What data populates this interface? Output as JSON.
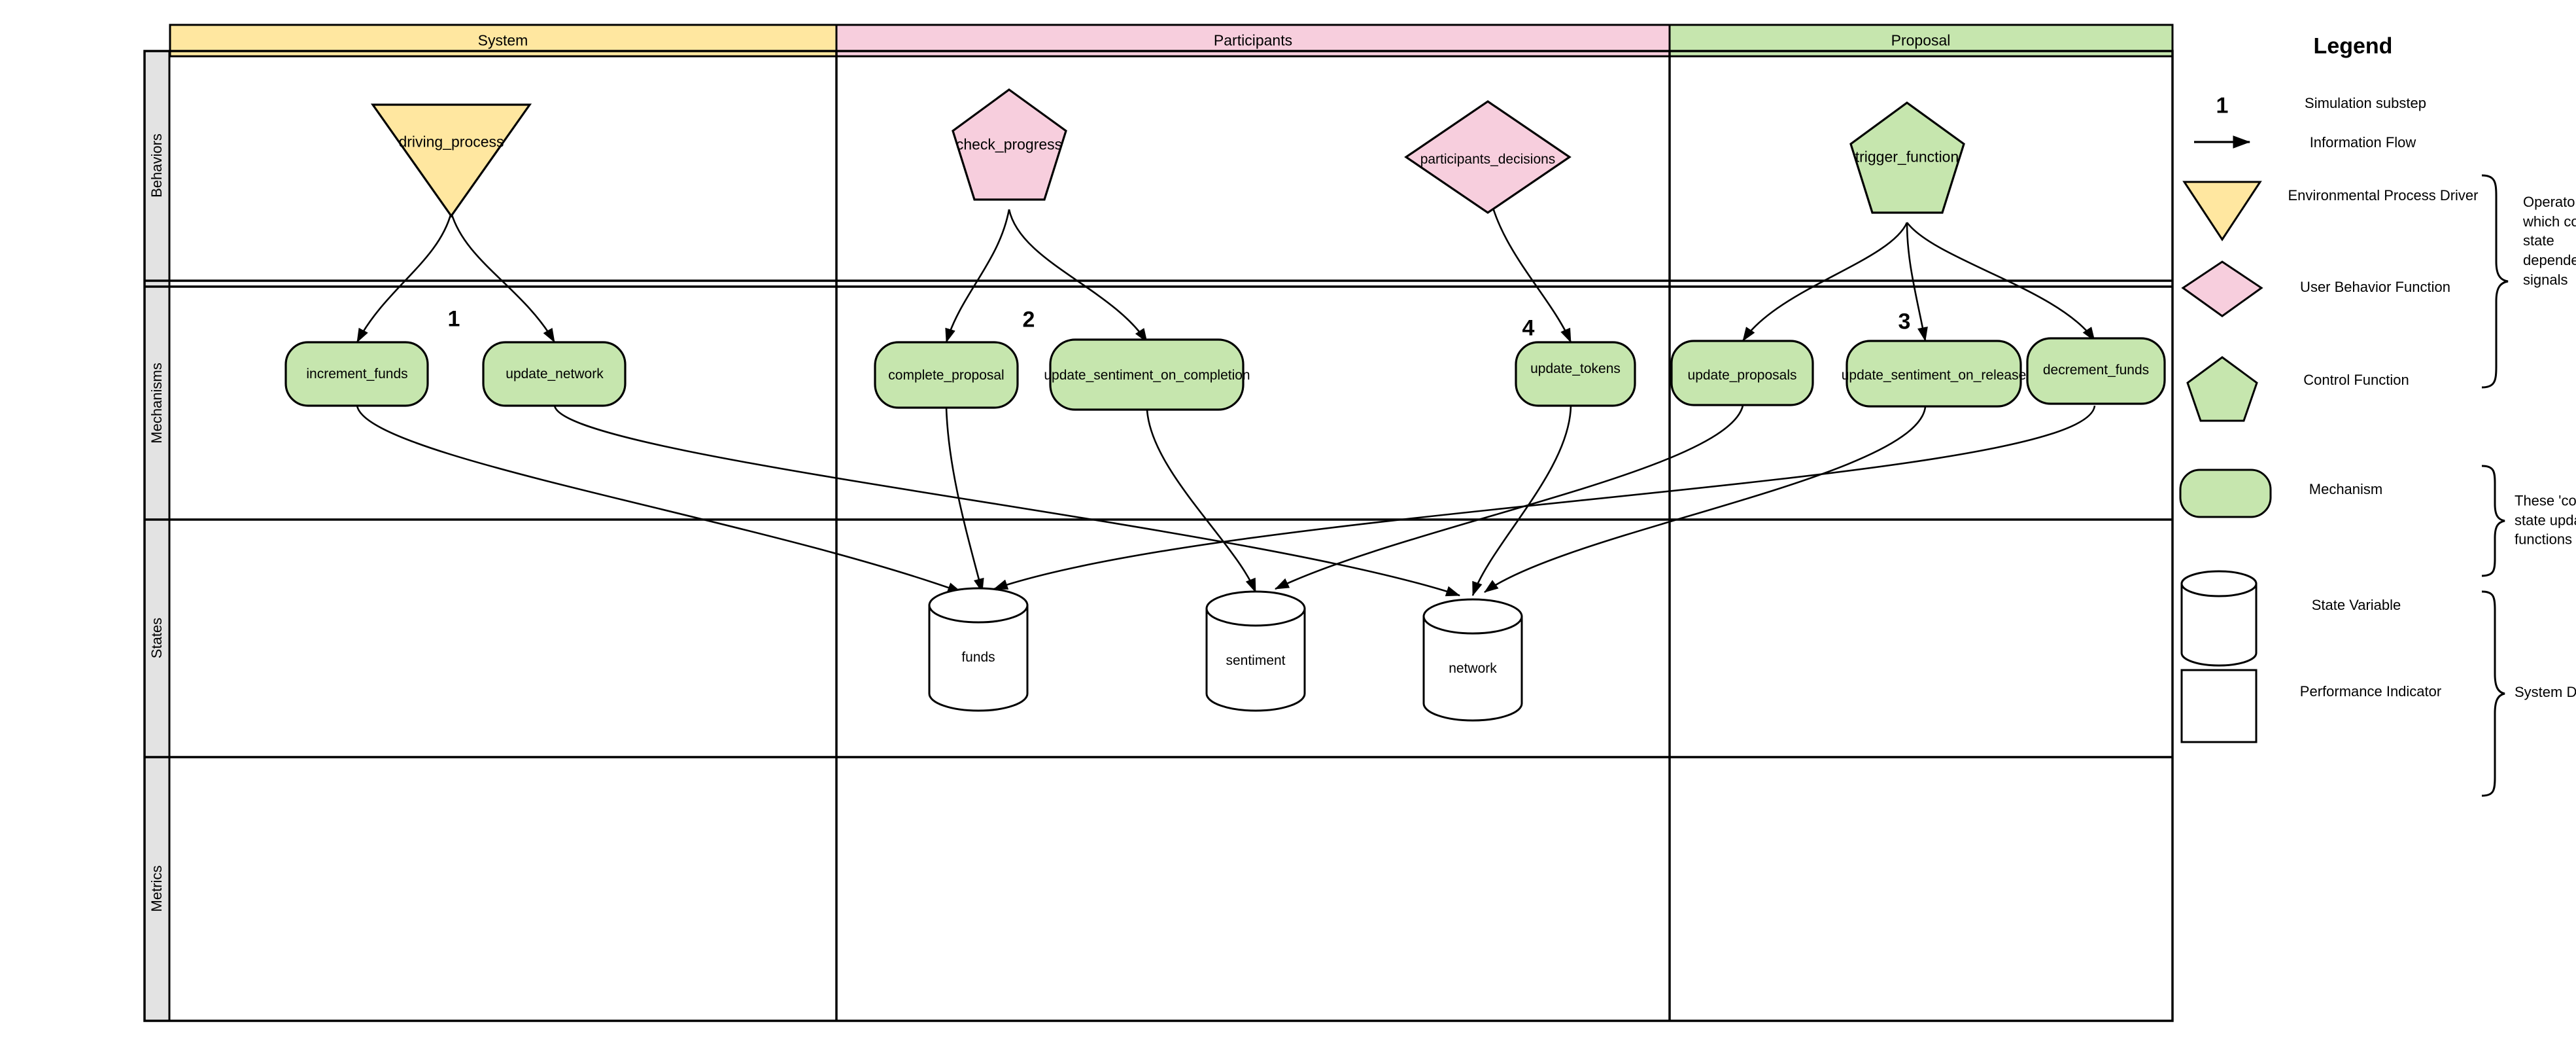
{
  "diagram": {
    "row_labels": [
      "Behaviors",
      "Mechanisms",
      "States",
      "Metrics"
    ],
    "lanes": [
      {
        "name": "System",
        "color": "#ffe7a0"
      },
      {
        "name": "Participants",
        "color": "#f7cedd"
      },
      {
        "name": "Proposal",
        "color": "#c6e6ae"
      }
    ],
    "behaviors": [
      {
        "label": "driving_process",
        "shape": "triangle-down",
        "color": "#ffe7a0",
        "lane": "System"
      },
      {
        "label": "check_progress",
        "shape": "pentagon",
        "color": "#f7cedd",
        "lane": "Participants"
      },
      {
        "label": "participants_decisions",
        "shape": "diamond",
        "color": "#f7cedd",
        "lane": "Participants"
      },
      {
        "label": "trigger_function",
        "shape": "pentagon",
        "color": "#c6e6ae",
        "lane": "Proposal"
      }
    ],
    "mechanisms": [
      {
        "label": "increment_funds",
        "color": "#c6e6ae",
        "lane": "System"
      },
      {
        "label": "update_network",
        "color": "#c6e6ae",
        "lane": "System"
      },
      {
        "label": "complete_proposal",
        "color": "#c6e6ae",
        "lane": "Participants"
      },
      {
        "label": "update_sentiment_on_completion",
        "color": "#c6e6ae",
        "lane": "Participants"
      },
      {
        "label": "update_tokens",
        "color": "#c6e6ae",
        "lane": "Participants"
      },
      {
        "label": "update_proposals",
        "color": "#c6e6ae",
        "lane": "Proposal"
      },
      {
        "label": "update_sentiment_on_release",
        "color": "#c6e6ae",
        "lane": "Proposal"
      },
      {
        "label": "decrement_funds",
        "color": "#c6e6ae",
        "lane": "Proposal"
      }
    ],
    "states": [
      {
        "label": "funds",
        "shape": "cylinder"
      },
      {
        "label": "sentiment",
        "shape": "cylinder"
      },
      {
        "label": "network",
        "shape": "cylinder"
      }
    ],
    "metrics": [],
    "substeps": [
      {
        "number": "1",
        "lane": "System"
      },
      {
        "number": "2",
        "lane": "Participants"
      },
      {
        "number": "4",
        "lane": "Participants"
      },
      {
        "number": "3",
        "lane": "Proposal"
      }
    ]
  },
  "legend": {
    "title": "Legend",
    "items": [
      {
        "glyph": "substep-number",
        "symbol": "1",
        "label": "Simulation substep"
      },
      {
        "glyph": "arrow-icon",
        "symbol": "",
        "label": "Information Flow"
      },
      {
        "glyph": "triangle-down-icon",
        "symbol": "",
        "label": "Environmental Process Driver",
        "color": "#ffe7a0"
      },
      {
        "glyph": "diamond-icon",
        "symbol": "",
        "label": "User Behavior Function",
        "color": "#f7cedd"
      },
      {
        "glyph": "pentagon-icon",
        "symbol": "",
        "label": "Control Function",
        "color": "#c6e6ae"
      },
      {
        "glyph": "mechanism-icon",
        "symbol": "",
        "label": "Mechanism",
        "color": "#c6e6ae"
      },
      {
        "glyph": "cylinder-icon",
        "symbol": "",
        "label": "State Variable",
        "color": "#ffffff"
      },
      {
        "glyph": "rectangle-icon",
        "symbol": "",
        "label": "Performance Indicator",
        "color": "#ffffff"
      }
    ],
    "braces": [
      {
        "text": "Operators which compute state dependent signals"
      },
      {
        "text": "These 'contain' state update functions"
      },
      {
        "text": "System Data"
      }
    ]
  }
}
